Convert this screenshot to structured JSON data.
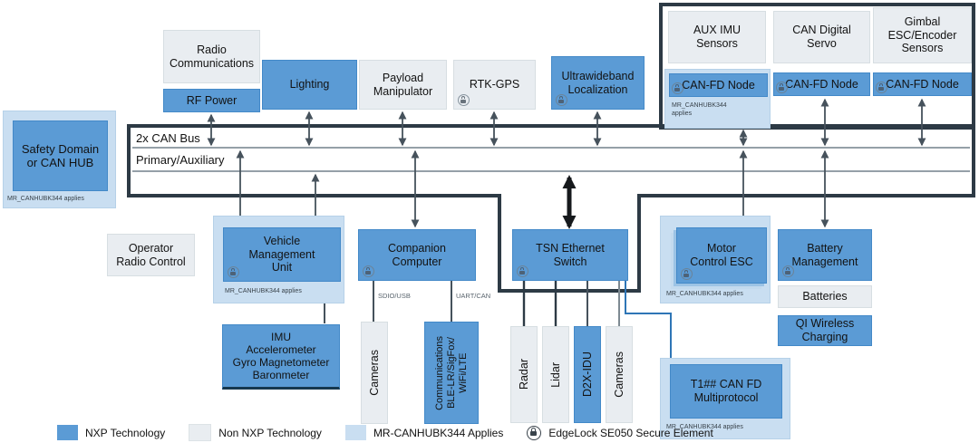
{
  "bus": {
    "line1_label": "2x CAN Bus",
    "line2_label": "Primary/Auxiliary"
  },
  "boxes": {
    "safety_domain": {
      "label": "Safety Domain\nor CAN HUB",
      "caption": "MR_CANHUBK344 applies"
    },
    "radio_communications": {
      "label": "Radio\nCommunications"
    },
    "rf_power": {
      "label": "RF Power"
    },
    "lighting": {
      "label": "Lighting"
    },
    "payload_manipulator": {
      "label": "Payload\nManipulator"
    },
    "rtk_gps": {
      "label": "RTK-GPS"
    },
    "ultrawideband": {
      "label": "Ultrawideband\nLocalization"
    },
    "aux_imu": {
      "label": "AUX IMU\nSensors"
    },
    "can_digital_servo": {
      "label": "CAN Digital\nServo"
    },
    "gimbal": {
      "label": "Gimbal\nESC/Encoder\nSensors"
    },
    "can_fd_node_1": {
      "label": "CAN-FD Node",
      "caption": "MR_CANHUBK344\napplies"
    },
    "can_fd_node_2": {
      "label": "CAN-FD Node"
    },
    "can_fd_node_3": {
      "label": "CAN-FD Node"
    },
    "operator_radio_control": {
      "label": "Operator\nRadio Control"
    },
    "vehicle_management_unit": {
      "label": "Vehicle\nManagement\nUnit",
      "caption": "MR_CANHUBK344 applies"
    },
    "companion_computer": {
      "label": "Companion\nComputer",
      "port_left": "SDIO/USB",
      "port_right": "UART/CAN"
    },
    "tsn_switch": {
      "label": "TSN Ethernet\nSwitch"
    },
    "motor_control_esc": {
      "label": "Motor\nControl ESC",
      "caption": "MR_CANHUBK344 applies"
    },
    "battery_management": {
      "label": "Battery\nManagement"
    },
    "batteries": {
      "label": "Batteries"
    },
    "qi_wireless": {
      "label": "QI Wireless\nCharging"
    },
    "imu_sensors": {
      "label": "IMU\nAccelerometer\nGyro Magnetometer\nBaronmeter"
    },
    "cameras_left": {
      "label": "Cameras"
    },
    "communications": {
      "label": "Communications\nBLE-LR/SigFox/\nWiFi/LTE"
    },
    "radar": {
      "label": "Radar"
    },
    "lidar": {
      "label": "Lidar"
    },
    "d2x_idu": {
      "label": "D2X-IDU"
    },
    "cameras_right": {
      "label": "Cameras"
    },
    "t1_canfd": {
      "label": "T1## CAN FD\nMultiprotocol",
      "caption": "MR_CANHUBK344 applies"
    }
  },
  "legend": {
    "items": [
      {
        "swatch": "nxp-blue",
        "label": "NXP Technology"
      },
      {
        "swatch": "non-nxp-grey",
        "label": "Non NXP Technology"
      },
      {
        "swatch": "mr-canhubk-lightblue",
        "label": "MR-CANHUBK344 Applies"
      },
      {
        "swatch": "lock-icon",
        "label": "EdgeLock SE050 Secure Element"
      }
    ]
  },
  "colors": {
    "nxp_blue": "#5b9bd5",
    "non_nxp_grey": "#e9edf1",
    "mr_canhubk_lightblue": "#c9def1",
    "frame_dark": "#2d3a45",
    "connector_grey": "#46525c",
    "t1_link_blue": "#2e75b6"
  }
}
